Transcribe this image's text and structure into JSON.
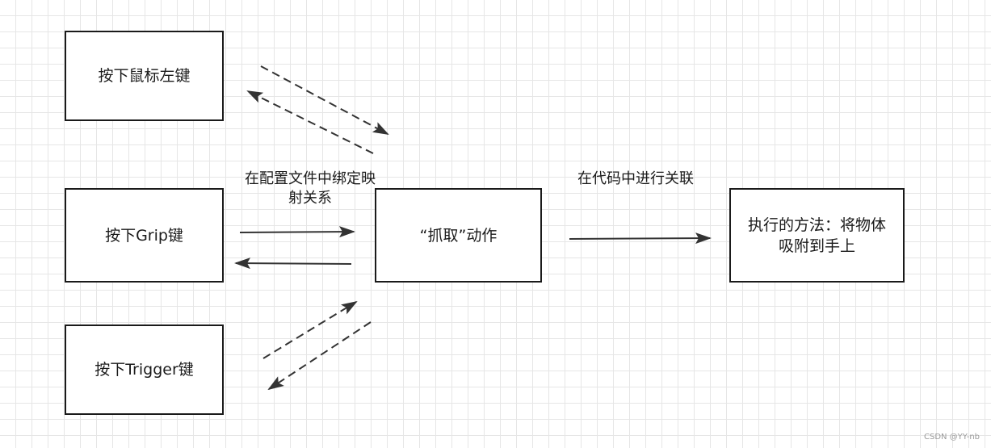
{
  "nodes": {
    "mouse_left": "按下鼠标左键",
    "grip": "按下Grip键",
    "trigger": "按下Trigger键",
    "grab_action": "“抓取”动作",
    "method": "执行的方法：将物体吸附到手上"
  },
  "labels": {
    "config": "在配置文件中绑定映射关系",
    "code": "在代码中进行关联"
  },
  "colors": {
    "line": "#333333",
    "grid": "#e6e6e6"
  },
  "watermark": "CSDN @YY-nb"
}
